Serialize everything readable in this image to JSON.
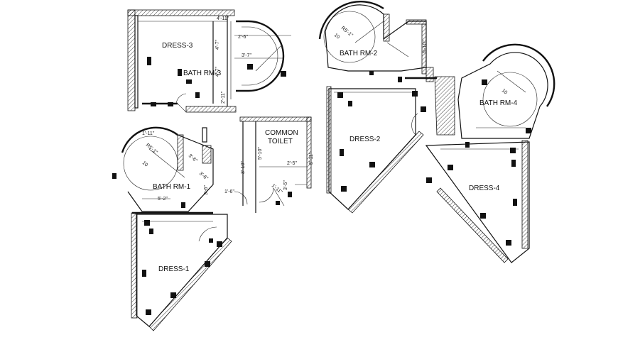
{
  "rooms": {
    "dress_3": "DRESS-3",
    "bath_rm_3": "BATH RM-3",
    "bath_rm_2": "BATH RM-2",
    "dress_2": "DRESS-2",
    "bath_rm_4": "BATH RM-4",
    "dress_4": "DRESS-4",
    "common_toilet_line1": "COMMON",
    "common_toilet_line2": "TOILET",
    "bath_rm_1": "BATH RM-1",
    "dress_1": "DRESS-1"
  },
  "dimensions": {
    "d1": "4'-11\"",
    "d2": "2'-6\"",
    "d3": "3'-7\"",
    "d4": "4'-7\"",
    "d5": "4'-7\"",
    "d6": "2'-11\"",
    "d7": "10",
    "d8": "R5'-1\"",
    "d9": "3'-6\"",
    "d10": "5'-10\"",
    "d11": "10",
    "d12": "3'-6\"",
    "d13": "1'-11\"",
    "d14": "R5'-1\"",
    "d15": "10",
    "d16": "5'-2\"",
    "d17": "3'-6\"",
    "d18": "1'-6\"",
    "d19": "5'-10\"",
    "d20": "2'-5\"",
    "d21": "5'-11\"",
    "d22": "3'-10\"",
    "d23": "1'-11\"",
    "d24": "3'-5\""
  }
}
